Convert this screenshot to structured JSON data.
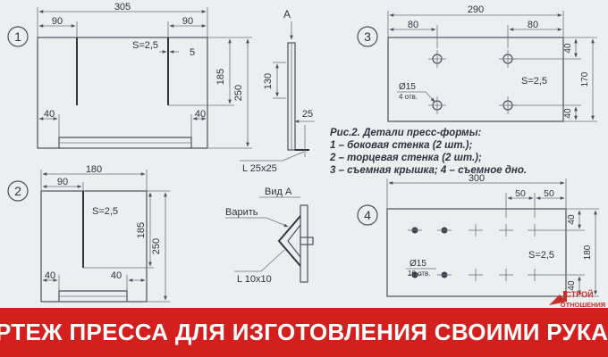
{
  "banner": {
    "title": "ЧЕРТЕЖ ПРЕССА ДЛЯ ИЗГОТОВЛЕНИЯ СВОИМИ РУКАМИ",
    "bg_color": "#d3201f",
    "text_color": "#ffffff"
  },
  "logo": {
    "line1": "СТРОЙ",
    "line2": "ОТНОШЕНИЯ",
    "color": "#c4302b"
  },
  "caption": {
    "title": "Рис.2. Детали пресс-формы:",
    "lines": [
      "1 – боковая стенка (2 шт.);",
      "2 – торцевая стенка (2 шт.);",
      "3 – съемная крышка; 4 – съемное дно."
    ]
  },
  "parts": {
    "p1": {
      "number": "1",
      "dims": [
        "305",
        "90",
        "90",
        "S=2,5",
        "5",
        "185",
        "250",
        "130",
        "40",
        "40",
        "25"
      ],
      "view_label": "A",
      "profile_label": "L 25x25"
    },
    "p2": {
      "number": "2",
      "dims": [
        "180",
        "90",
        "S=2,5",
        "185",
        "250",
        "40",
        "40"
      ]
    },
    "p3": {
      "number": "3",
      "dims": [
        "290",
        "80",
        "80",
        "S=2,5",
        "40",
        "170",
        "40",
        "Ø15",
        "4 отв."
      ]
    },
    "p4": {
      "number": "4",
      "dims": [
        "300",
        "50",
        "50",
        "S=2,5",
        "40",
        "180",
        "40",
        "Ø15",
        "10 отв."
      ]
    },
    "view_a": {
      "title": "Вид А",
      "weld_label": "Варить",
      "profile_label": "L 10x10"
    }
  }
}
